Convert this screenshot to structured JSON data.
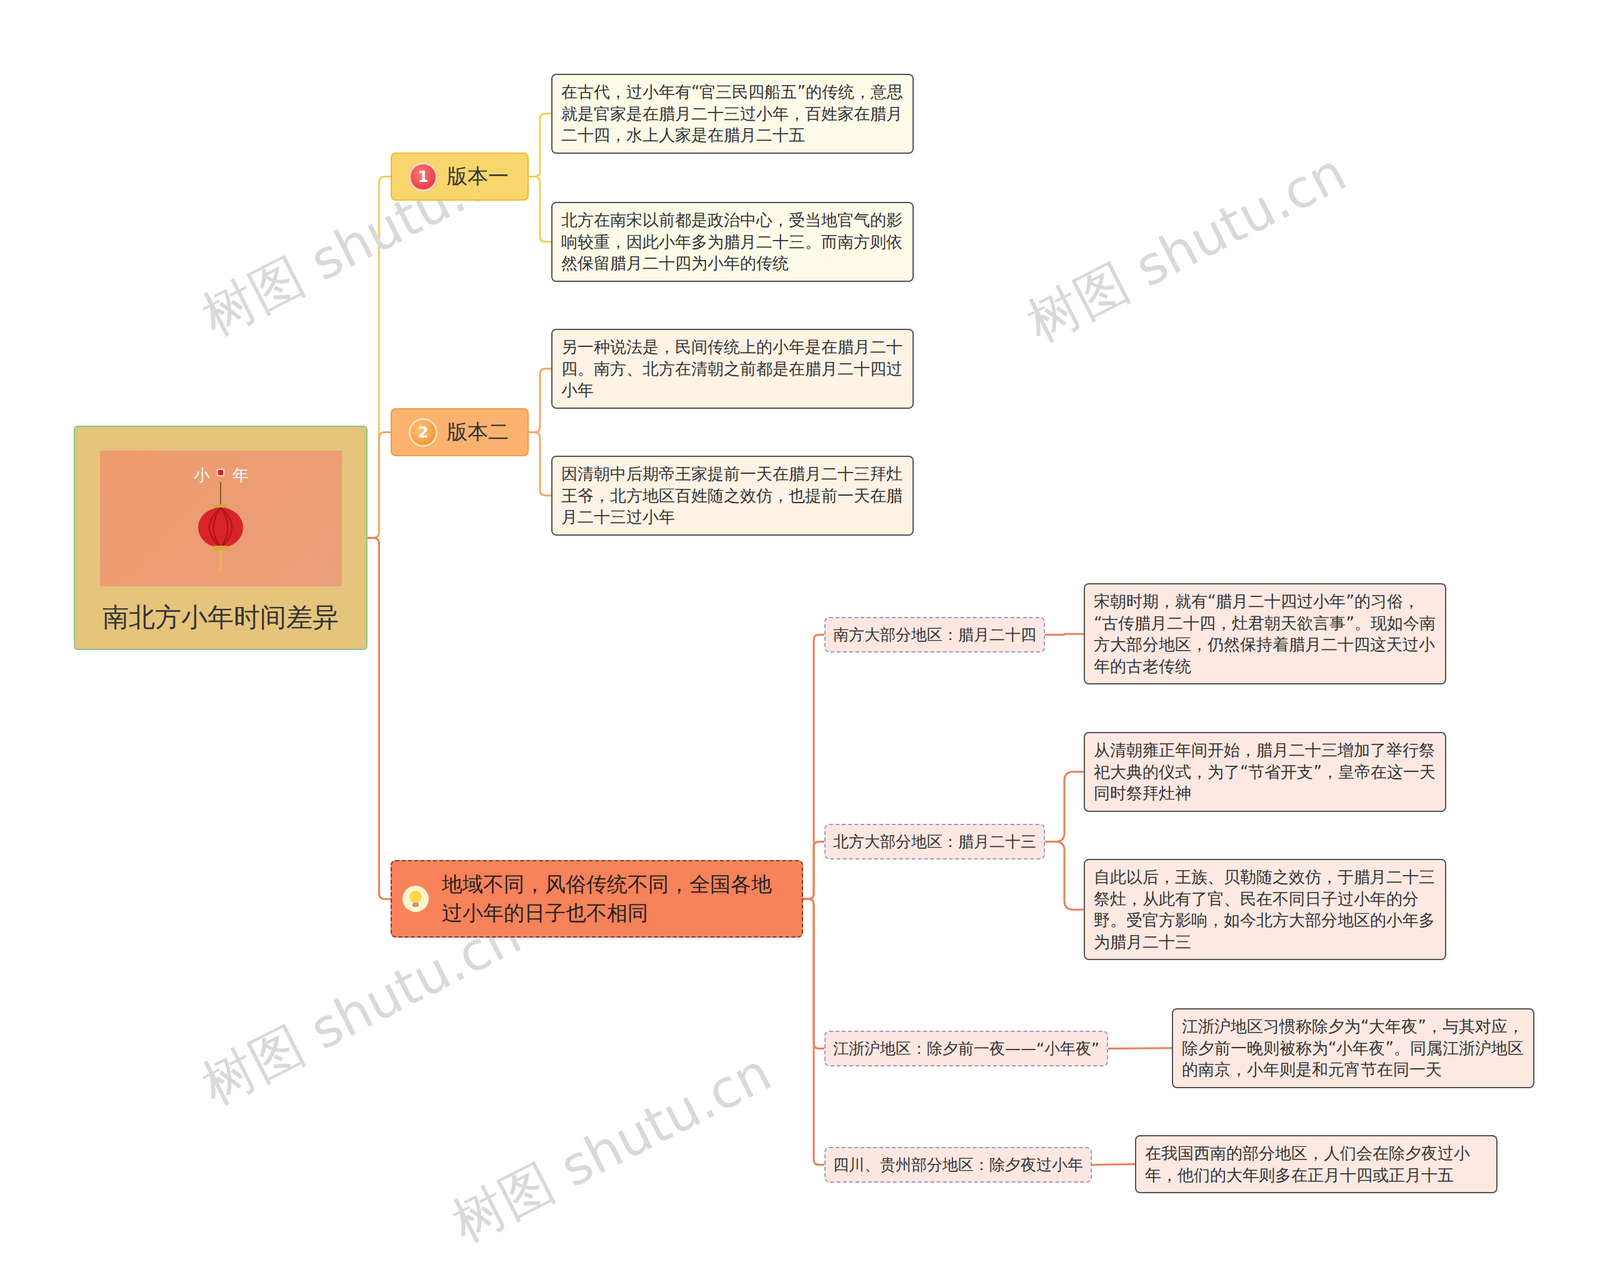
{
  "diagram": {
    "nodes": [
      {
        "text": [
          "南北方小年时间差异"
        ]
      },
      {
        "text": [
          "版本一"
        ]
      },
      {
        "text": [
          "在古代，过小年有“官三民四船五”的传统，意思就是官家是在腊月二十三过小年，百姓家在腊月二十四，水上人家是在腊月二十五"
        ]
      },
      {
        "text": [
          "北方在南宋以前都是政治中心，受当地官气的影响较重，因此小年多为腊月二十三。而南方则依然保留腊月二十四为小年的传统"
        ]
      },
      {
        "text": [
          "版本二"
        ]
      },
      {
        "text": [
          "另一种说法是，民间传统上的小年是在腊月二十四。南方、北方在清朝之前都是在腊月二十四过小年"
        ]
      },
      {
        "text": [
          "因清朝中后期帝王家提前一天在腊月二十三拜灶王爷，北方地区百姓随之效仿，也提前一天在腊月二十三过小年"
        ]
      },
      {
        "text": [
          "地域不同，风俗传统不同，全国各地过小年的日子也不相同"
        ]
      },
      {
        "text": [
          "南方大部分地区：腊月二十四"
        ]
      },
      {
        "text": [
          "宋朝时期，就有“腊月二十四过小年”的习俗，“古传腊月二十四，灶君朝天欲言事”。现如今南方大部分地区，仍然保持着腊月二十四这天过小年的古老传统"
        ]
      },
      {
        "text": [
          "北方大部分地区：腊月二十三"
        ]
      },
      {
        "text": [
          "从清朝雍正年间开始，腊月二十三增加了举行祭祀大典的仪式，为了“节省开支”，皇帝在这一天同时祭拜灶神"
        ]
      },
      {
        "text": [
          "自此以后，王族、贝勒随之效仿，于腊月二十三祭灶，从此有了官、民在不同日子过小年的分野。受官方影响，如今北方大部分地区的小年多为腊月二十三"
        ]
      },
      {
        "text": [
          "江浙沪地区：除夕前一夜——“小年夜”"
        ]
      },
      {
        "text": [
          "江浙沪地区习惯称除夕为“大年夜”，与其对应，除夕前一晚则被称为“小年夜”。同属江浙沪地区的南京，小年则是和元宵节在同一天"
        ]
      },
      {
        "text": [
          "四川、贵州部分地区：除夕夜过小年"
        ]
      },
      {
        "text": [
          "在我国西南的部分地区，人们会在除夕夜过小年，他们的大年则多在正月十四或正月十五"
        ]
      }
    ],
    "edges": [
      {
        "from": 0,
        "to": 1,
        "arrow": "none"
      },
      {
        "from": 1,
        "to": 2,
        "arrow": "none"
      },
      {
        "from": 1,
        "to": 3,
        "arrow": "none"
      },
      {
        "from": 0,
        "to": 4,
        "arrow": "none"
      },
      {
        "from": 4,
        "to": 5,
        "arrow": "none"
      },
      {
        "from": 4,
        "to": 6,
        "arrow": "none"
      },
      {
        "from": 0,
        "to": 7,
        "arrow": "none"
      },
      {
        "from": 7,
        "to": 8,
        "arrow": "none"
      },
      {
        "from": 8,
        "to": 9,
        "arrow": "none"
      },
      {
        "from": 7,
        "to": 10,
        "arrow": "none"
      },
      {
        "from": 10,
        "to": 11,
        "arrow": "none"
      },
      {
        "from": 10,
        "to": 12,
        "arrow": "none"
      },
      {
        "from": 7,
        "to": 13,
        "arrow": "none"
      },
      {
        "from": 13,
        "to": 14,
        "arrow": "none"
      },
      {
        "from": 7,
        "to": 15,
        "arrow": "none"
      },
      {
        "from": 15,
        "to": 16,
        "arrow": "none"
      }
    ],
    "labels": [
      "小",
      "年",
      "1",
      "2",
      "树图 shutu.cn",
      "树图 shutu.cn",
      "树图 shutu.cn",
      "树图 shutu.cn"
    ]
  }
}
